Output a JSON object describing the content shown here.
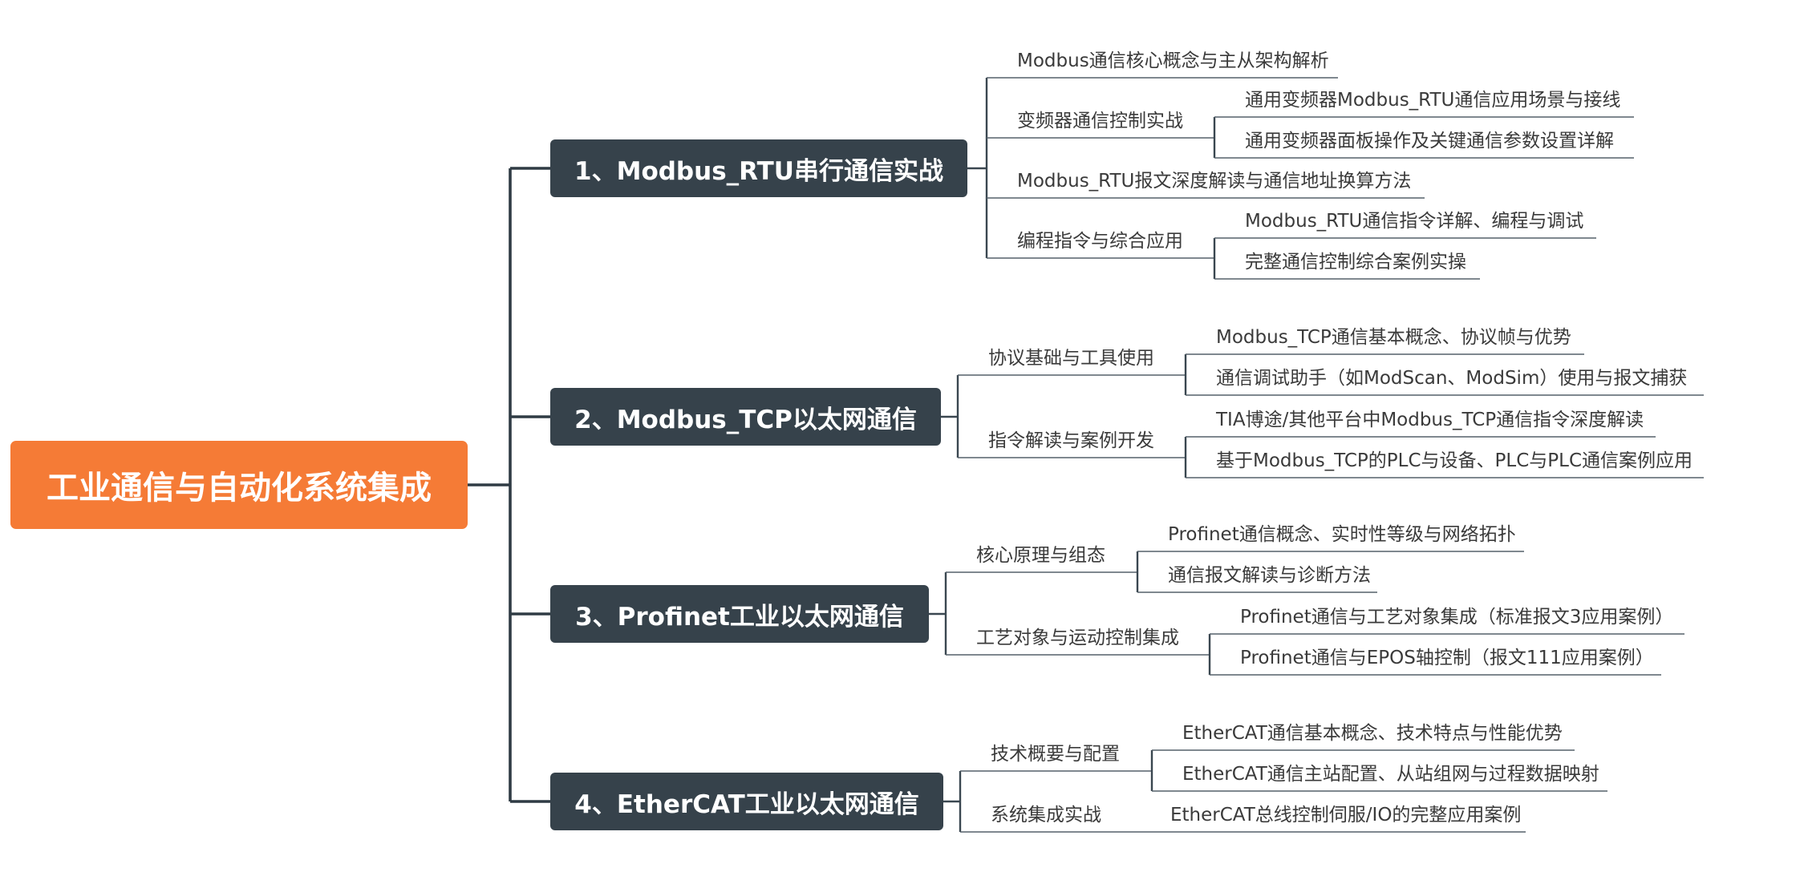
{
  "root": {
    "label": "工业通信与自动化系统集成"
  },
  "branches": [
    {
      "label": "1、Modbus_RTU串行通信实战",
      "children": [
        {
          "label": "Modbus通信核心概念与主从架构解析",
          "children": []
        },
        {
          "label": "变频器通信控制实战",
          "children": [
            {
              "label": "通用变频器Modbus_RTU通信应用场景与接线"
            },
            {
              "label": "通用变频器面板操作及关键通信参数设置详解"
            }
          ]
        },
        {
          "label": "Modbus_RTU报文深度解读与通信地址换算方法",
          "children": []
        },
        {
          "label": "编程指令与综合应用",
          "children": [
            {
              "label": "Modbus_RTU通信指令详解、编程与调试"
            },
            {
              "label": "完整通信控制综合案例实操"
            }
          ]
        }
      ]
    },
    {
      "label": "2、Modbus_TCP以太网通信",
      "children": [
        {
          "label": "协议基础与工具使用",
          "children": [
            {
              "label": "Modbus_TCP通信基本概念、协议帧与优势"
            },
            {
              "label": "通信调试助手（如ModScan、ModSim）使用与报文捕获"
            }
          ]
        },
        {
          "label": "指令解读与案例开发",
          "children": [
            {
              "label": "TIA博途/其他平台中Modbus_TCP通信指令深度解读"
            },
            {
              "label": "基于Modbus_TCP的PLC与设备、PLC与PLC通信案例应用"
            }
          ]
        }
      ]
    },
    {
      "label": "3、Profinet工业以太网通信",
      "children": [
        {
          "label": "核心原理与组态",
          "children": [
            {
              "label": "Profinet通信概念、实时性等级与网络拓扑"
            },
            {
              "label": "通信报文解读与诊断方法"
            }
          ]
        },
        {
          "label": "工艺对象与运动控制集成",
          "children": [
            {
              "label": "Profinet通信与工艺对象集成（标准报文3应用案例）"
            },
            {
              "label": "Profinet通信与EPOS轴控制（报文111应用案例）"
            }
          ]
        }
      ]
    },
    {
      "label": "4、EtherCAT工业以太网通信",
      "children": [
        {
          "label": "技术概要与配置",
          "children": [
            {
              "label": "EtherCAT通信基本概念、技术特点与性能优势"
            },
            {
              "label": "EtherCAT通信主站配置、从站组网与过程数据映射"
            }
          ]
        },
        {
          "label": "系统集成实战",
          "children": [
            {
              "label": "EtherCAT总线控制伺服/IO的完整应用案例"
            }
          ]
        }
      ]
    }
  ]
}
